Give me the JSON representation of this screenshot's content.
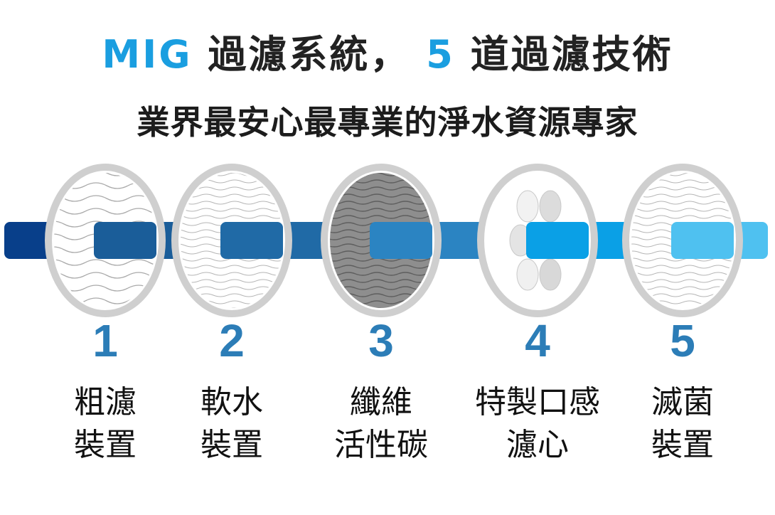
{
  "header": {
    "brand": "MIG",
    "title_mid": "過濾系統，",
    "number": "5",
    "title_end": "道過濾技術",
    "subtitle": "業界最安心最專業的淨水資源專家"
  },
  "colors": {
    "accent": "#1a9ee0",
    "number": "#2c7db7",
    "pipe": [
      "#083f8a",
      "#1a5d99",
      "#206aa6",
      "#2b84c2",
      "#0aa0e6",
      "#4fc1f0"
    ],
    "ring": "#cfcfcf"
  },
  "stages": [
    {
      "number": "1",
      "line1": "粗濾",
      "line2": "裝置",
      "filter": "white-wave"
    },
    {
      "number": "2",
      "line1": "軟水",
      "line2": "裝置",
      "filter": "white-fine-wave"
    },
    {
      "number": "3",
      "line1": "纖維",
      "line2": "活性碳",
      "filter": "gray-wave"
    },
    {
      "number": "4",
      "line1": "特製口感",
      "line2": "濾心",
      "filter": "oval-beads"
    },
    {
      "number": "5",
      "line1": "滅菌",
      "line2": "裝置",
      "filter": "white-fine-wave"
    }
  ]
}
